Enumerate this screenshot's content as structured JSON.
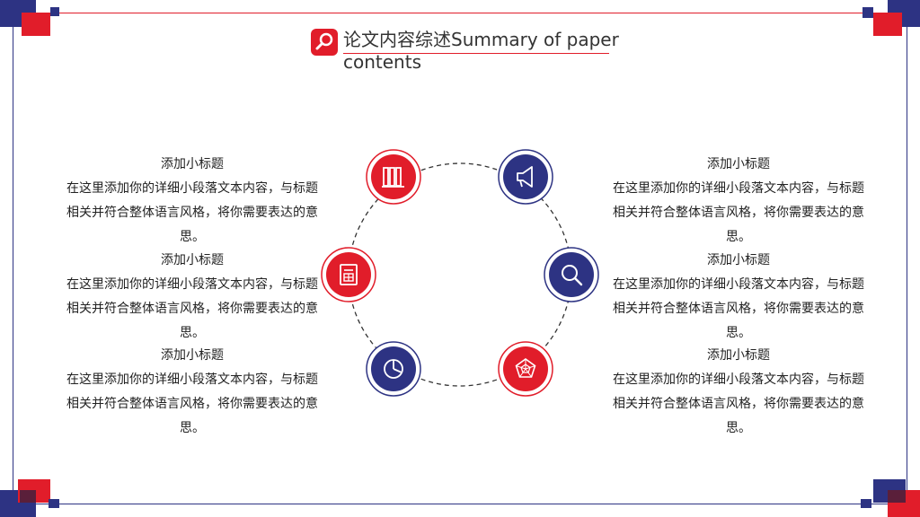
{
  "title": "论文内容综述Summary of paper contents",
  "colors": {
    "red": "#e11d2a",
    "navy": "#2d3383",
    "white": "#ffffff"
  },
  "icons": [
    "books-icon",
    "megaphone-icon",
    "document-icon",
    "magnifier-icon",
    "pie-chart-icon",
    "pentagon-web-icon"
  ],
  "left_items": [
    {
      "heading": "添加小标题",
      "body": "在这里添加你的详细小段落文本内容，与标题相关并符合整体语言风格，将你需要表达的意思。"
    },
    {
      "heading": "添加小标题",
      "body": "在这里添加你的详细小段落文本内容，与标题相关并符合整体语言风格，将你需要表达的意思。"
    },
    {
      "heading": "添加小标题",
      "body": "在这里添加你的详细小段落文本内容，与标题相关并符合整体语言风格，将你需要表达的意思。"
    }
  ],
  "right_items": [
    {
      "heading": "添加小标题",
      "body": "在这里添加你的详细小段落文本内容，与标题相关并符合整体语言风格，将你需要表达的意思。"
    },
    {
      "heading": "添加小标题",
      "body": "在这里添加你的详细小段落文本内容，与标题相关并符合整体语言风格，将你需要表达的意思。"
    },
    {
      "heading": "添加小标题",
      "body": "在这里添加你的详细小段落文本内容，与标题相关并符合整体语言风格，将你需要表达的意思。"
    }
  ]
}
